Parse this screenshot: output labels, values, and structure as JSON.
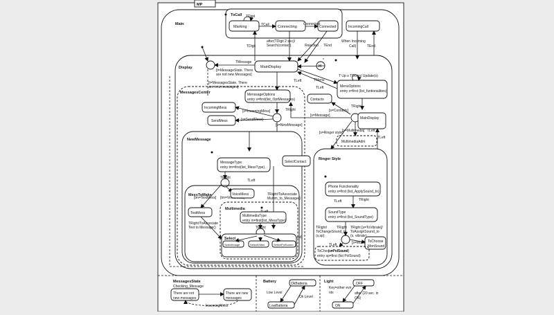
{
  "diagram": {
    "root_tab": "MP",
    "regions": {
      "main": "Main",
      "display": "Display",
      "messages_center": "MessagesCenter",
      "new_message": "NewMessage",
      "mess_to_make": "MessToMake",
      "multimedia": "Multimedia",
      "select": "Select",
      "ringer_style": "Ringer Style",
      "to_call": "ToCall",
      "messages_state": "MessagesState",
      "battery": "Battery",
      "light": "Light"
    },
    "states": {
      "marking": "Marking",
      "connecting": "Connecting",
      "connected": "Connected",
      "incoming_call": "IncomingCall",
      "main_display": "MainDisplay",
      "menu_options_1": "MenuOptions",
      "menu_options_2": "entry s=first (list_funtionalities)",
      "messages_options_1": "MenssageOptions",
      "messages_options_2": "entry s=first(list_OptMessages)",
      "incoming_mess": "IncomingMess",
      "send_mess": "SendMess",
      "contacts": "Contacts",
      "main_display_2": "MainDisplay",
      "multimedia_adm": "MultimediaAdm",
      "message_type_1": "MessageType",
      "message_type_2": "entry tm=first(list_MessType)",
      "select_contact": "SelectContact",
      "text_mess": "TextMess",
      "voice_mess": "VoiceMess",
      "multimedia_type_1": "MultimediaType",
      "multimedia_type_2": "entry m=first(list_MessType)",
      "select_image": "SelectImage",
      "select_video": "SelectVideo",
      "select_pol_sound": "SelectPolSound",
      "phone_functionality_1": "Phone Functionality",
      "phone_functionality_2": "entry s=first (list_ApplySound_to)",
      "sound_type_1": "SoundType",
      "sound_type_2": "entry s=first (list_SoundType)",
      "to_choose_mon_sound_1": "ToChoose",
      "to_choose_mon_sound_2": "MonSound",
      "to_choose_pol_sound_1": "ToChoosePolSound",
      "to_choose_pol_sound_2": "entry sp=first (list PolSound)",
      "checking_message": "Checking_Message",
      "there_are_not_new_1": "There are not",
      "there_are_not_new_2": "new messages",
      "there_are_new_1": "There are new",
      "there_are_new_2": "messages",
      "ok_batteria": "OkBatteria",
      "low_batteria": "LowBatteria",
      "off": "OFF",
      "on": "ON"
    },
    "labels": {
      "tdigit": "TDigit",
      "tcall": "TCall",
      "connected_evt": "Connected",
      "after_tdigit": "after(TDigit 2 sec)/",
      "search_contact": "Search(contact)",
      "rejected": "Rejected",
      "tend_1": "TEnd",
      "tend_2": "TEnd",
      "when_incoming": "When Incoming",
      "call": "Call)",
      "tdigit_main": "TDigit",
      "tmessage": "TMessage",
      "g_messstate_1": "[t=MessageState. There",
      "g_messstate_2": "are not new Messages]",
      "g_messstate_3": "[t=MessagesState. There",
      "g_messstate_4": "are new messages]",
      "h_symbol": "H",
      "star_symbol": "*",
      "tup": "T Up o TDown/ Update(s)",
      "tmenu": "TMenu",
      "tleft_1": "TLeft",
      "tleft_2": "TLeft",
      "tright_1": "TRight",
      "tright_2": "TRight",
      "tright_3": "TRight",
      "tright_4": "TRight",
      "g_contacts": "[s=Contacts]",
      "g_message": "[s=Message]",
      "g_incoming": "[s=IncomingMess]",
      "g_send": "[s=SendMess]",
      "g_newmessage": "[s=NewMessage]",
      "g_ringer": "[s=Ringer style]",
      "g_multimedia": "[s=Multimedia]",
      "tleft_3": "TLeft",
      "tleft_4": "TLeft",
      "g_textmess": "[tm=TextMess]",
      "g_voicemess": "[tm=VoiceMess]",
      "tleft_5": "TLeft",
      "tright_assoc_1": "TRight/ToAssociate",
      "tright_assoc_2": "Multim_to_Message()",
      "tleft_6": "TLeft",
      "tright_text_1": "TRight/ToAssociate",
      "tright_text_2": "Text to Message()",
      "tright_5": "TRight",
      "g_polsound": "[m=PolSound]",
      "tleft_7": "TLeft",
      "tright_6": "TRight",
      "tright_7": "TRight",
      "tright_chang_1": "TRight/",
      "tright_chang_2": "ToChangeSound_to",
      "tright_chang_3": "(s,sp)",
      "tright_vibrate_1": "TRight [s=ToVibrate]/",
      "tright_vibrate_2": "ToAssignSound_to",
      "tright_vibrate_3": "(s, vibrate)",
      "g_monsound": "[s=MonSound]",
      "g_polsound_2": "[s=PolSound]",
      "tleft_8": "TLeft",
      "incoming_mess_evt": "IncomingMess",
      "low_level": "Low Level",
      "ok_level": "Ok Level",
      "key_other_1": "Key=other evn",
      "key_other_2": "nts",
      "after_20_1": "after (20 sec. in",
      "after_20_2": "ON)"
    }
  }
}
